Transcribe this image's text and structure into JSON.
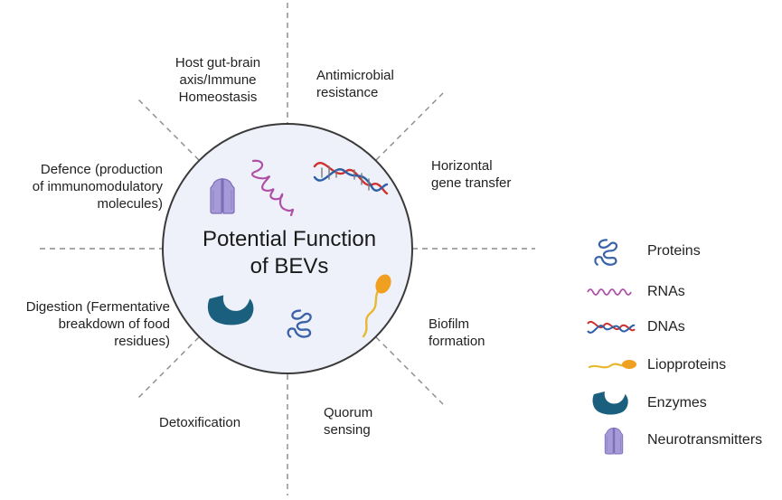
{
  "center": {
    "title_lines": [
      "Potential Function",
      "of BEVs"
    ]
  },
  "functions": [
    {
      "id": "gut-brain",
      "lines": [
        "Host gut-brain",
        "axis/Immune",
        "Homeostasis"
      ]
    },
    {
      "id": "antimicrobial",
      "lines": [
        "Antimicrobial",
        "resistance"
      ]
    },
    {
      "id": "horizontal",
      "lines": [
        "Horizontal",
        "gene transfer"
      ]
    },
    {
      "id": "biofilm",
      "lines": [
        "Biofilm",
        "formation"
      ]
    },
    {
      "id": "quorum",
      "lines": [
        "Quorum",
        "sensing"
      ]
    },
    {
      "id": "detox",
      "lines": [
        "Detoxification"
      ]
    },
    {
      "id": "digestion",
      "lines": [
        "Digestion (Fermentative",
        "breakdown of food",
        "residues)"
      ]
    },
    {
      "id": "defence",
      "lines": [
        "Defence (production",
        "of immunomodulatory",
        "molecules)"
      ]
    }
  ],
  "legend": [
    {
      "icon": "protein-icon",
      "label": "Proteins"
    },
    {
      "icon": "rna-icon",
      "label": "RNAs"
    },
    {
      "icon": "dna-icon",
      "label": "DNAs"
    },
    {
      "icon": "lipoprotein-icon",
      "label": "Liopproteins"
    },
    {
      "icon": "enzyme-icon",
      "label": "Enzymes"
    },
    {
      "icon": "neurotransmitter-icon",
      "label": "Neurotransmitters"
    }
  ],
  "colors": {
    "circle_fill": "#eef1f9",
    "circle_stroke": "#3a3a3a",
    "divider": "#8a8a8a",
    "protein": "#3a62a8",
    "rna": "#b04fa6",
    "dna_red": "#d0312d",
    "dna_blue": "#2d5fa8",
    "lipoprotein_head": "#f0a020",
    "lipoprotein_tail": "#e8b830",
    "enzyme": "#1b5f7e",
    "neurotransmitter": "#a79ad8"
  }
}
